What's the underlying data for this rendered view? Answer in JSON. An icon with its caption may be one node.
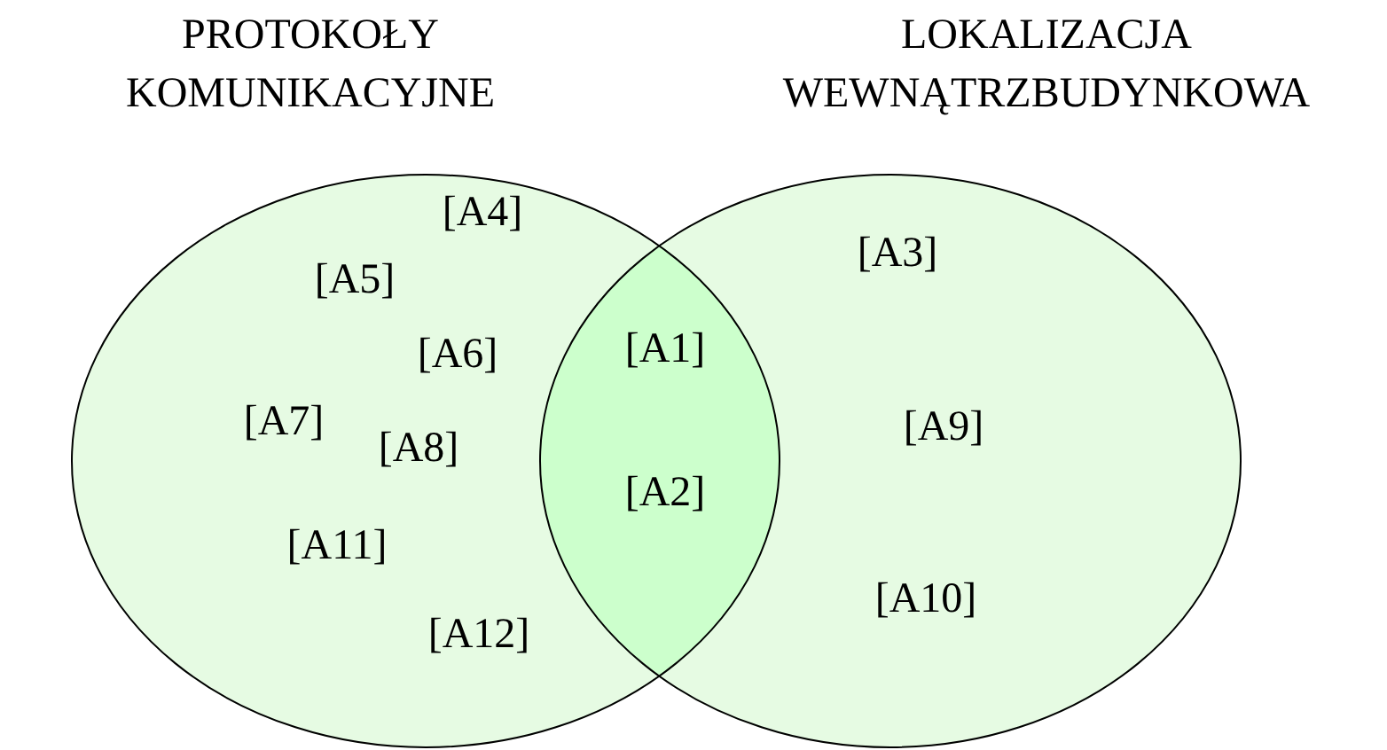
{
  "diagram": {
    "nodes": [
      {
        "text": [
          "PROTOKOŁY KOMUNIKACYJNE"
        ]
      },
      {
        "text": [
          "LOKALIZACJA WEWNĄTRZBUDYNKOWA"
        ]
      }
    ],
    "labels": [
      "[A4]",
      "[A3]",
      "[A5]",
      "[A1]",
      "[A6]",
      "[A7]",
      "[A9]",
      "[A8]",
      "[A2]",
      "[A11]",
      "[A10]",
      "[A12]"
    ]
  }
}
